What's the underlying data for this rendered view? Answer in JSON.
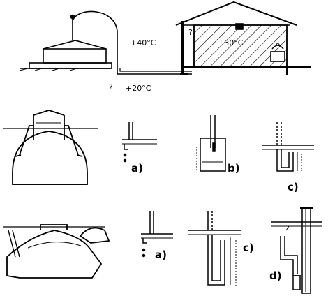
{
  "top_section": {
    "temperatures": {
      "ambient": "+40°C",
      "building": "+30°C",
      "ground": "+20°C"
    },
    "question_mark": "?"
  },
  "detail_labels": {
    "row1_a": "a)",
    "row1_b": "b)",
    "row1_c": "c)",
    "row2_a": "a)",
    "row2_c": "c)",
    "row2_d": "d)"
  },
  "colors": {
    "ink": "#000000",
    "paper": "#ffffff"
  }
}
